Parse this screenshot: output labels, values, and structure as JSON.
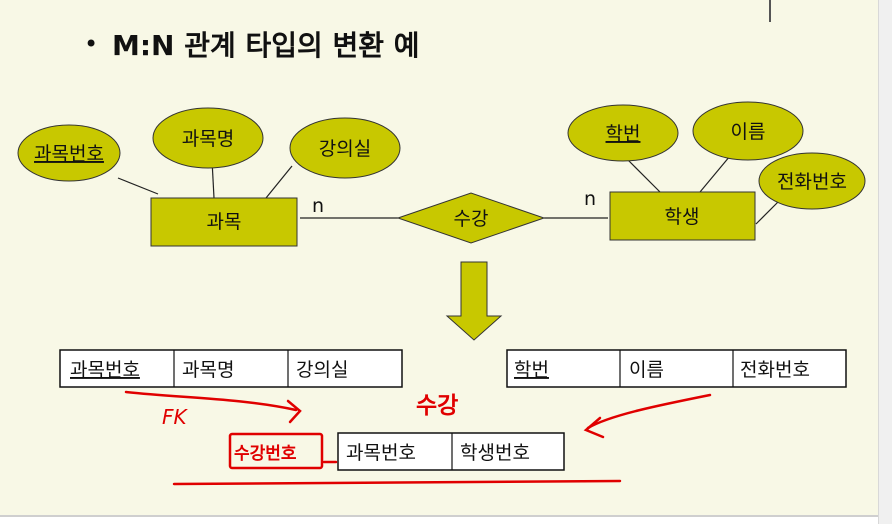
{
  "title": {
    "bullet": "•",
    "text": "M:N 관계 타입의 변환 예"
  },
  "er": {
    "entities": {
      "course": "과목",
      "student": "학생"
    },
    "relationship": "수강",
    "cardinality_left": "n",
    "cardinality_right": "n",
    "course_attributes": [
      "과목번호",
      "과목명",
      "강의실"
    ],
    "student_attributes": [
      "학번",
      "이름",
      "전화번호"
    ]
  },
  "tables": {
    "course": [
      "과목번호",
      "과목명",
      "강의실"
    ],
    "student": [
      "학번",
      "이름",
      "전화번호"
    ],
    "enrollment": [
      "과목번호",
      "학생번호"
    ]
  },
  "annotations": {
    "fk": "FK",
    "enroll_title": "수강",
    "enroll_key": "수강번호"
  },
  "colors": {
    "fill": "#c8c800",
    "annotation": "#e00000"
  }
}
